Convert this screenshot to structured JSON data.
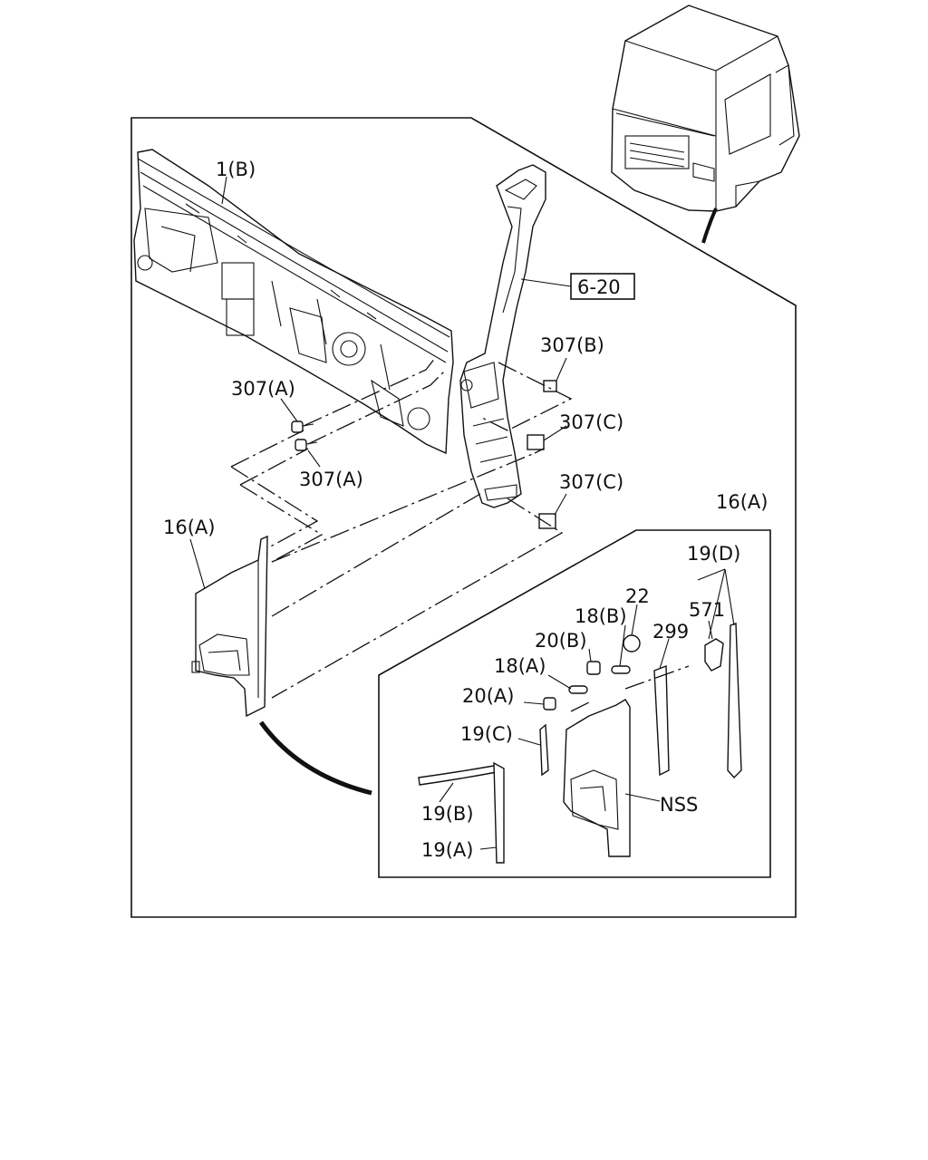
{
  "labels": {
    "panel": "1(B)",
    "ref": "6-20",
    "clip_b": "307(B)",
    "clip_a_top": "307(A)",
    "clip_a_bottom": "307(A)",
    "clip_c_top": "307(C)",
    "clip_c_bottom": "307(C)",
    "cover_left": "16(A)",
    "cover_detail": "16(A)",
    "strip_d": "19(D)",
    "part_22": "22",
    "part_571": "571",
    "part_299": "299",
    "part_18b": "18(B)",
    "part_20b": "20(B)",
    "part_18a": "18(A)",
    "part_20a": "20(A)",
    "strip_c": "19(C)",
    "strip_b": "19(B)",
    "strip_a": "19(A)",
    "nss": "NSS"
  }
}
